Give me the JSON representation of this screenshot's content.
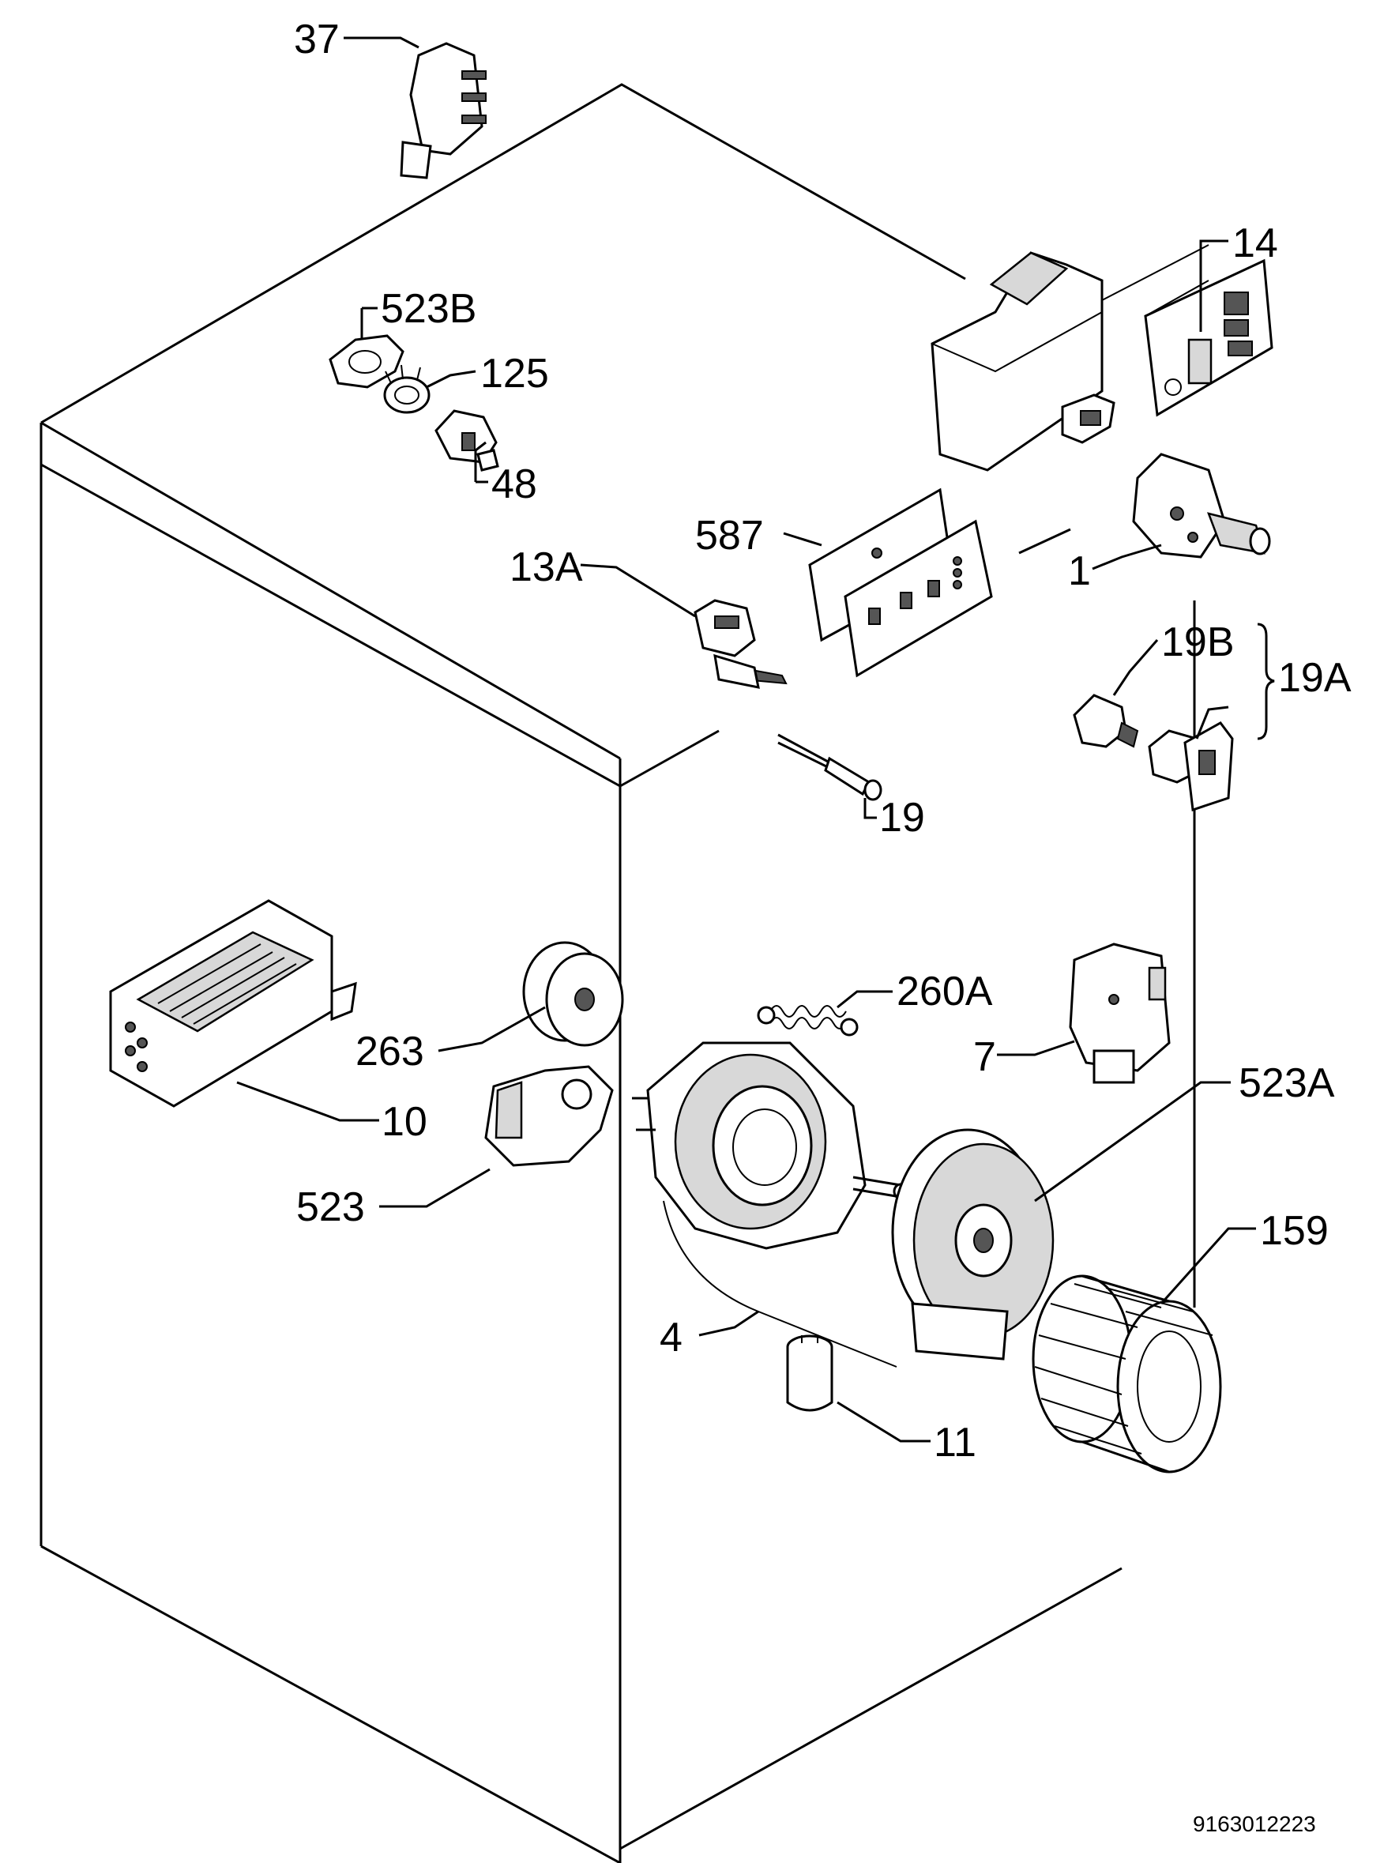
{
  "diagram": {
    "callouts": [
      {
        "id": "37",
        "label": "37"
      },
      {
        "id": "523B",
        "label": "523B"
      },
      {
        "id": "125",
        "label": "125"
      },
      {
        "id": "48",
        "label": "48"
      },
      {
        "id": "14",
        "label": "14"
      },
      {
        "id": "587",
        "label": "587"
      },
      {
        "id": "13A",
        "label": "13A"
      },
      {
        "id": "1",
        "label": "1"
      },
      {
        "id": "19B",
        "label": "19B"
      },
      {
        "id": "19A",
        "label": "19A"
      },
      {
        "id": "19",
        "label": "19"
      },
      {
        "id": "260A",
        "label": "260A"
      },
      {
        "id": "263",
        "label": "263"
      },
      {
        "id": "7",
        "label": "7"
      },
      {
        "id": "523A",
        "label": "523A"
      },
      {
        "id": "10",
        "label": "10"
      },
      {
        "id": "523",
        "label": "523"
      },
      {
        "id": "159",
        "label": "159"
      },
      {
        "id": "4",
        "label": "4"
      },
      {
        "id": "11",
        "label": "11"
      }
    ],
    "document_number": "9163012223"
  }
}
